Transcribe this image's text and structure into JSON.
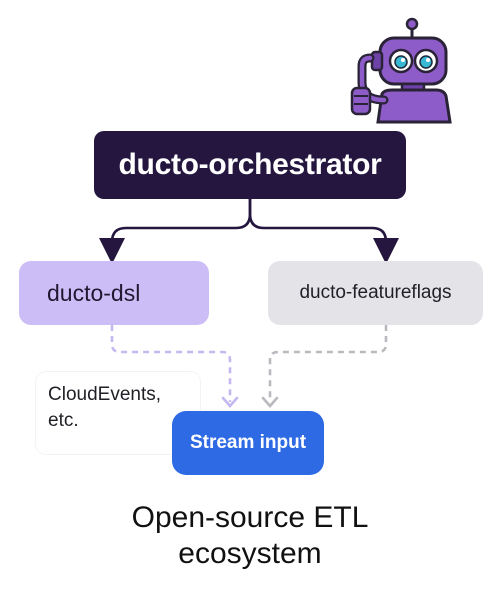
{
  "diagram": {
    "nodes": {
      "orchestrator": "ducto-orchestrator",
      "dsl": "ducto-dsl",
      "featureflags": "ducto-featureflags",
      "cloudevents": "CloudEvents,\netc.",
      "stream_input": "Stream input"
    },
    "caption": "Open-source ETL\necosystem",
    "edges": [
      {
        "from": "orchestrator",
        "to": "dsl",
        "style": "solid"
      },
      {
        "from": "orchestrator",
        "to": "featureflags",
        "style": "solid"
      },
      {
        "from": "dsl",
        "to": "stream_input",
        "style": "dashed"
      },
      {
        "from": "featureflags",
        "to": "stream_input",
        "style": "dashed"
      }
    ],
    "mascot": "robot-mascot-icon"
  },
  "colors": {
    "orchestrator_bg": "#24163f",
    "dsl_bg": "#cdbdf6",
    "featureflags_bg": "#e4e4e8",
    "stream_input_bg": "#2f6ae5",
    "mascot_purple": "#8d5cc8"
  }
}
